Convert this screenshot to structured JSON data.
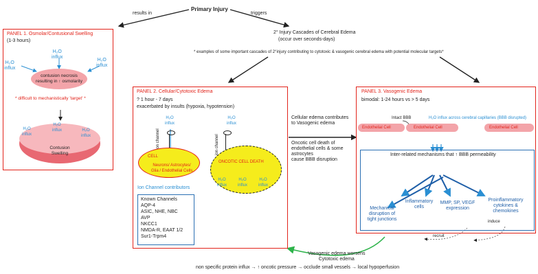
{
  "top": {
    "primary_injury": "Primary Injury",
    "results_in": "results in",
    "triggers": "triggers",
    "secondary_title": "2° Injury Cascades of Cerebral Edema",
    "secondary_sub": "(occur over seconds-days)",
    "examples": "* examples of some important cascades of 2°injury contributing to cytotoxic & vasogenic cerebral edema with potential molecular targets*"
  },
  "panel1": {
    "title": "PANEL 1. Osmolar/Contusional Swelling",
    "time": "(1-3 hours)",
    "h2o": "H₂O",
    "influx": "influx",
    "contusion_line1": "contusion necrosis",
    "contusion_line2": "resulting in ↑ osmolarity",
    "difficult": "* difficult to mechanistically 'target' *",
    "swelling_line1": "Contusion",
    "swelling_line2": "Swelling"
  },
  "panel2": {
    "title": "PANEL 2. Cellular/Cytotoxic Edema",
    "time": "? 1 hour - 7 days",
    "exacerbated": "exacerbated by insults (hypoxia, hypotension)",
    "h2o": "H₂O",
    "influx": "influx",
    "ion_channel": "ion channel",
    "cell_label": "CELL",
    "cell_types_line1": "Neurons/ Astrocytes/",
    "cell_types_line2": "Glia / Endothelial Cells",
    "oncotic": "ONCOTIC CELL DEATH",
    "ion_contributors": "Ion Channel contributors",
    "known_title": "Known Channels",
    "channels": [
      "AQP-4",
      "ASIC, NHE, NBC",
      "AVP",
      "NKCC1",
      "NMDA-R, EAAT 1/2",
      "Sur1-Trpm4"
    ]
  },
  "middle": {
    "cellular_contributes_line1": "Cellular edema contributes",
    "cellular_contributes_line2": "to Vasogenic edema",
    "oncotic_death_lines": [
      "Oncotic cell death of",
      "endothelial cells & some",
      "astrocytes",
      "cause BBB disruption"
    ],
    "vasogenic_worsens_line1": "Vasogenic edema worsens",
    "vasogenic_worsens_line2": "Cytotoxic edema"
  },
  "panel3": {
    "title": "PANEL 3. Vasogenic Edema",
    "time": "bimodal: 1-24 hours vs > 5 days",
    "intact_bbb": "Intact BBB",
    "h2o_influx": "H₂O influx across cerebral capillaries (BBB disrupted)",
    "endothelial": "Endothelial Cell",
    "inter_related": "Inter-related mechanisms that ↑ BBB permeability",
    "mechanisms": [
      [
        "Mechanical",
        "disruption of",
        "tight junctions"
      ],
      [
        "Inflammatory",
        "cells"
      ],
      [
        "MMP, SP, VEGF",
        "expression"
      ],
      [
        "Proinflammatory",
        "cytokines &",
        "chemokines"
      ]
    ],
    "induce": "induce",
    "recruit": "recruit"
  },
  "bottom": {
    "chain": "non specific protein influx → ↑ oncotic pressure → occlude small vessels → local hypoperfusion"
  },
  "colors": {
    "red": "#e2231a",
    "blue": "#2a8fd3",
    "green": "#2db34a",
    "cell_pink": "#f3a4a9",
    "yellow": "#f5ec1c"
  }
}
